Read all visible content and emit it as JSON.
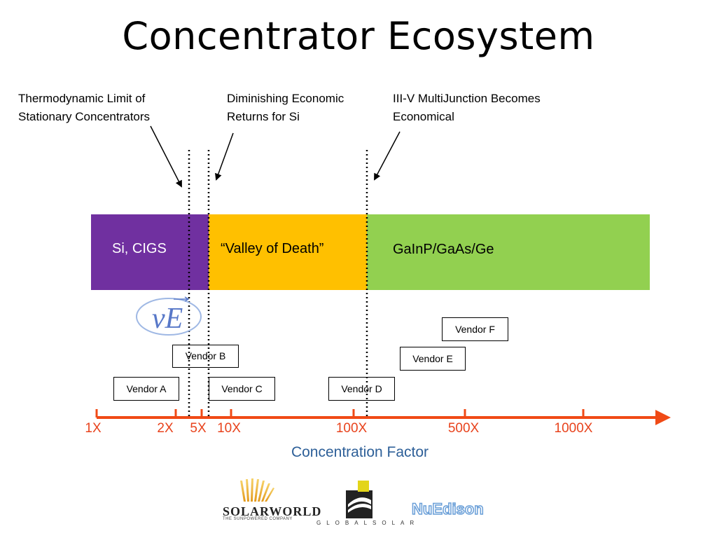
{
  "slide": {
    "title": "Concentrator Ecosystem"
  },
  "annotations": [
    {
      "line1": "Thermodynamic Limit of",
      "line2": "Stationary Concentrators"
    },
    {
      "line1": "Diminishing Economic",
      "line2": "Returns for Si"
    },
    {
      "line1": "III-V MultiJunction Becomes",
      "line2": "Economical"
    }
  ],
  "bands": [
    {
      "label": "Si, CIGS",
      "color": "#7030a0"
    },
    {
      "label": "“Valley of Death”",
      "color": "#ffc000"
    },
    {
      "label": "GaInP/GaAs/Ge",
      "color": "#92d050"
    }
  ],
  "vendors": [
    "Vendor A",
    "Vendor B",
    "Vendor C",
    "Vendor D",
    "Vendor E",
    "Vendor F"
  ],
  "axis": {
    "ticks": [
      "1X",
      "2X",
      "5X",
      "10X",
      "100X",
      "500X",
      "1000X"
    ],
    "title": "Concentration Factor",
    "color": "#f04a16"
  },
  "logos": {
    "ve": "vE",
    "solarworld": "SOLARWORLD",
    "solarworld_sub": "THE SUNPOWERED COMPANY",
    "globalsolar": "GLOBALSOLAR",
    "nuedison": "NuEdison"
  }
}
